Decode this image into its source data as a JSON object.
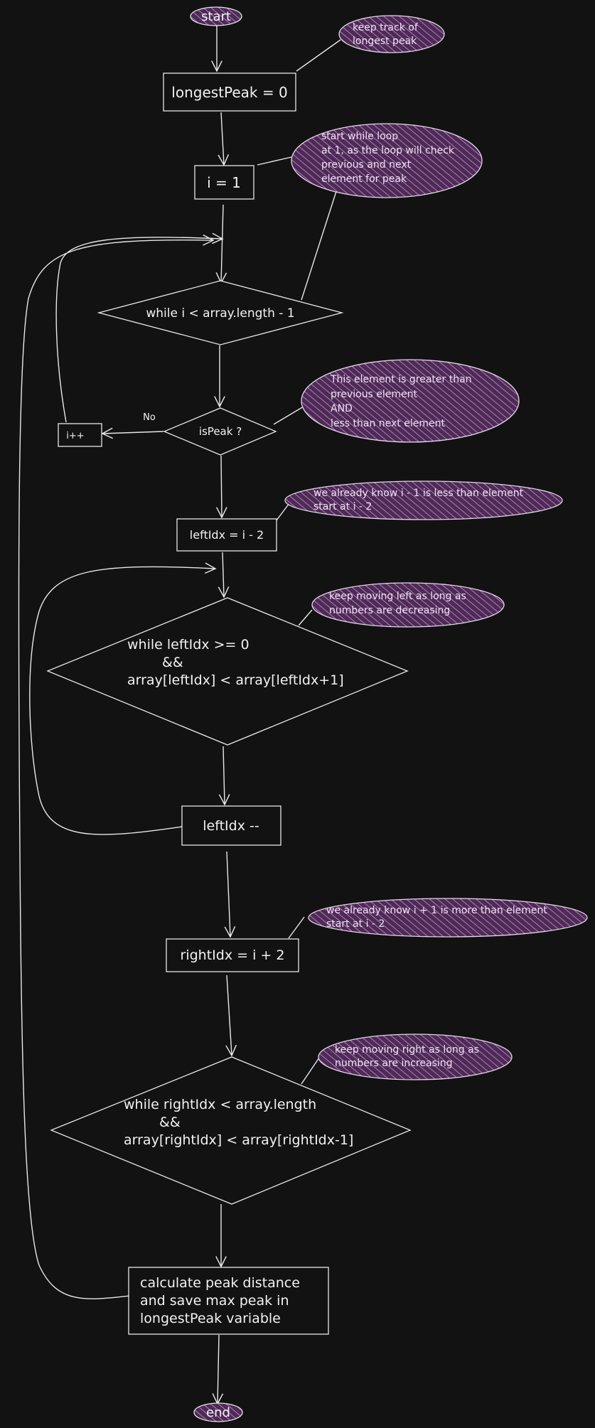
{
  "colors": {
    "background": "#121212",
    "stroke": "#e8e8e8",
    "note_fill": "#6b3f74",
    "note_stroke": "#e6d7ea"
  },
  "nodes": {
    "start": "start",
    "init_longest": "longestPeak = 0",
    "init_i": "i = 1",
    "while_main": "while i < array.length - 1",
    "is_peak": "isPeak ?",
    "increment": "i++",
    "left_init": "leftIdx = i - 2",
    "while_left": [
      "while leftIdx >= 0",
      "&&",
      "array[leftIdx] < array[leftIdx+1]"
    ],
    "left_dec": "leftIdx --",
    "right_init": "rightIdx = i + 2",
    "while_right": [
      "while rightIdx < array.length",
      "&&",
      "array[rightIdx] < array[rightIdx-1]"
    ],
    "calculate": [
      "calculate peak distance",
      "and save max peak in",
      "longestPeak variable"
    ],
    "end": "end"
  },
  "edges": {
    "no_label": "No"
  },
  "notes": {
    "track": [
      "keep track of",
      "longest peak"
    ],
    "loop": [
      "start while loop",
      "at 1, as the loop will check",
      "previous and next",
      "element for peak"
    ],
    "peak": [
      "This element is greater than",
      "previous element",
      "AND",
      "less than next element"
    ],
    "left_start": [
      "we already know i - 1 is less than element",
      "start at i - 2"
    ],
    "left_move": [
      "keep moving left as long as",
      "numbers are decreasing"
    ],
    "right_start": [
      "we already know i + 1 is more than element",
      "start at i - 2"
    ],
    "right_move": [
      "keep moving right as long as",
      "numbers are increasing"
    ]
  }
}
